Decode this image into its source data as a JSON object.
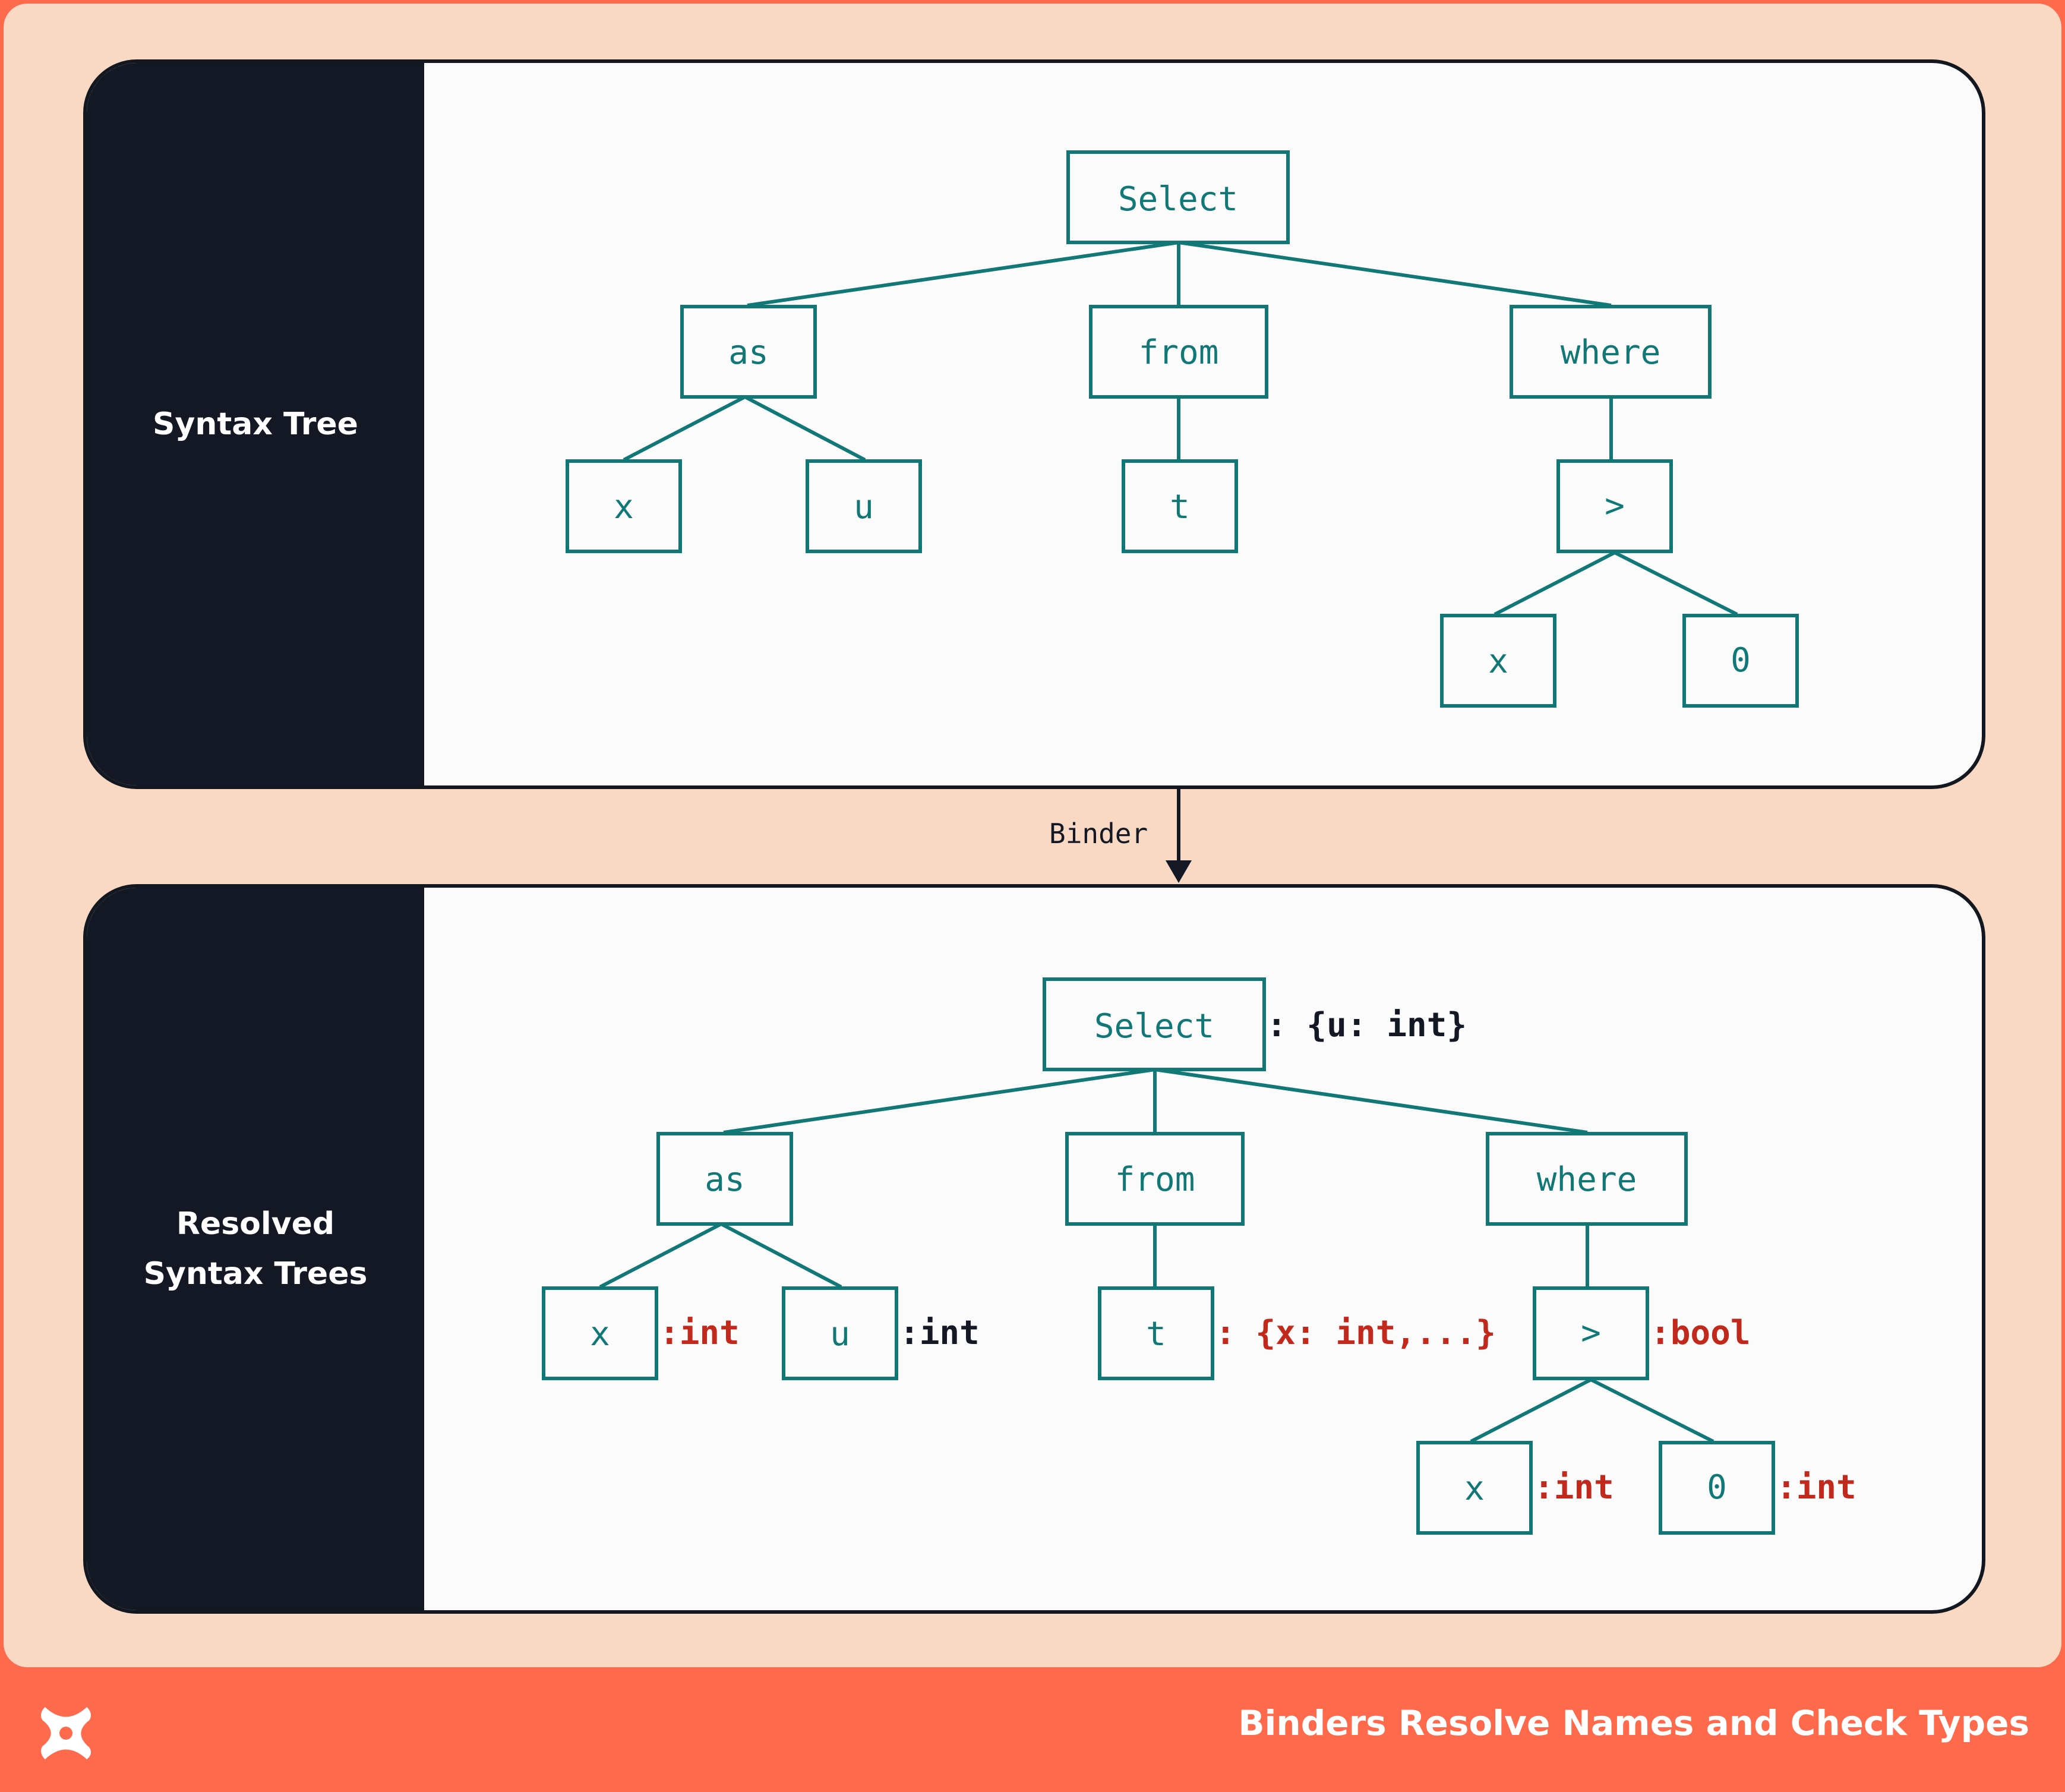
{
  "colors": {
    "background": "#ff6a4d",
    "panel_outer": "#f9d9c4",
    "sidebar": "#131824",
    "node": "#127877",
    "annotation_red": "#c0291b",
    "annotation_black": "#131824"
  },
  "panels": {
    "top": {
      "label": "Syntax Tree"
    },
    "bottom": {
      "label": "Resolved\nSyntax Trees"
    }
  },
  "arrow_label": "Binder",
  "top_tree": {
    "select": "Select",
    "as": "as",
    "from": "from",
    "where": "where",
    "x": "x",
    "u": "u",
    "t": "t",
    "gt": ">",
    "x2": "x",
    "zero": "0"
  },
  "bottom_tree": {
    "select": "Select",
    "as": "as",
    "from": "from",
    "where": "where",
    "x": "x",
    "u": "u",
    "t": "t",
    "gt": ">",
    "x2": "x",
    "zero": "0",
    "annotations": {
      "select": ": {u: int}",
      "x": ":int",
      "u": ":int",
      "t": ": {x: int,...}",
      "gt": ":bool",
      "x2": ":int",
      "zero": ":int"
    }
  },
  "footer": {
    "title": "Binders Resolve Names and Check Types",
    "logo_icon": "x-logo-icon"
  }
}
